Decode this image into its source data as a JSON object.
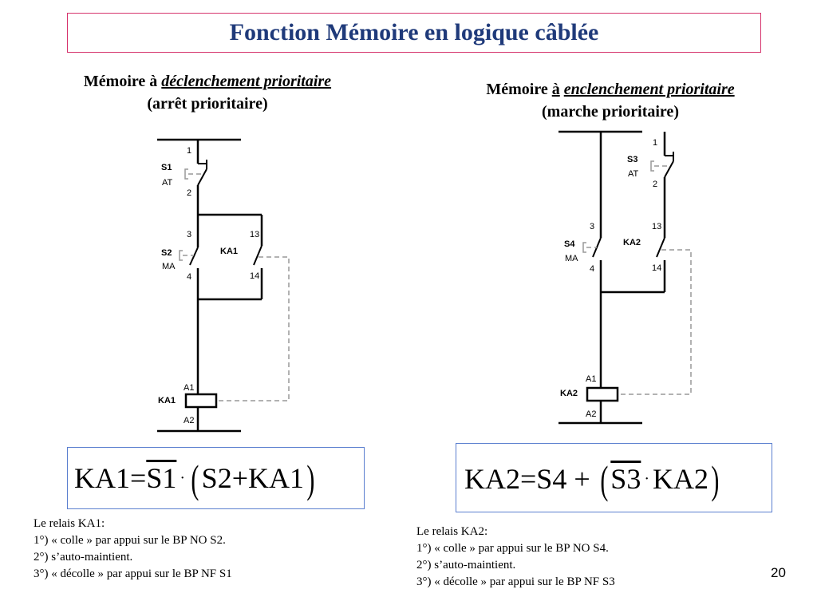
{
  "title": "Fonction Mémoire en logique câblée",
  "left": {
    "heading_prefix": "Mémoire à ",
    "heading_emph": "déclenchement prioritaire",
    "subheading": "(arrêt prioritaire)",
    "labels": {
      "s1": "S1",
      "s1_type": "AT",
      "s2": "S2",
      "s2_type": "MA",
      "ka1": "KA1",
      "coil": "KA1",
      "t1": "1",
      "t2": "2",
      "t3": "3",
      "t4": "4",
      "t13": "13",
      "t14": "14",
      "a1": "A1",
      "a2": "A2"
    },
    "equation": {
      "lhs": "KA1=",
      "neg": "S1",
      "a": "S2",
      "op": "+",
      "b": "KA1"
    },
    "notes": [
      "Le relais KA1:",
      "1°)  « colle » par appui sur le BP NO S2.",
      "2°) s’auto-maintient.",
      "3°) « décolle » par appui sur le BP NF  S1"
    ]
  },
  "right": {
    "heading_prefix": "Mémoire ",
    "heading_a": "à",
    "heading_emph": "enclenchement prioritaire",
    "subheading": "(marche prioritaire)",
    "labels": {
      "s3": "S3",
      "s3_type": "AT",
      "s4": "S4",
      "s4_type": "MA",
      "ka2": "KA2",
      "coil": "KA2",
      "t1": "1",
      "t2": "2",
      "t3": "3",
      "t4": "4",
      "t13": "13",
      "t14": "14",
      "a1": "A1",
      "a2": "A2"
    },
    "equation": {
      "lhs": "KA2=S4",
      "op": "+",
      "neg": "S3",
      "b": "KA2"
    },
    "notes": [
      "Le relais KA2:",
      "1°)  « colle » par appui sur le BP NO S4.",
      "2°) s’auto-maintient.",
      "3°) « décolle » par appui sur le BP NF  S3"
    ]
  },
  "page_number": "20",
  "colors": {
    "title": "#1f3a7a",
    "title_border": "#d6336c",
    "eq_border": "#5b7fcf",
    "dashed": "#999999"
  }
}
